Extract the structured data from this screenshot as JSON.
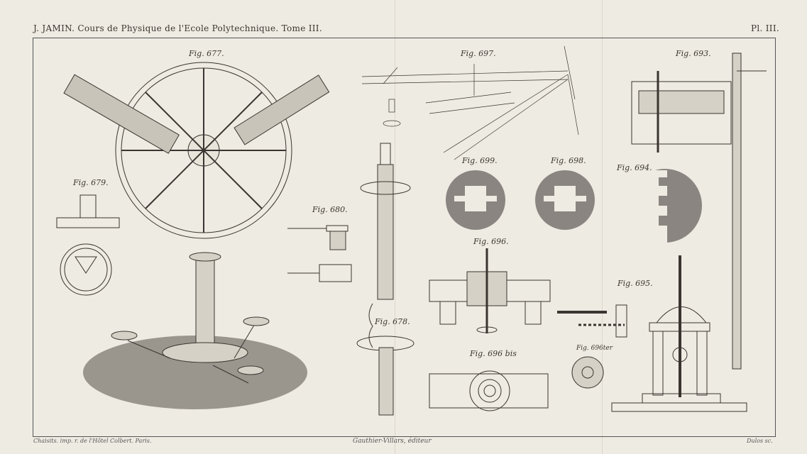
{
  "header": {
    "title": "J. JAMIN.   Cours de Physique de l'Ecole Polytechnique. Tome III.",
    "plate": "Pl. III."
  },
  "figures": {
    "f677": "Fig. 677.",
    "f697": "Fig. 697.",
    "f693": "Fig. 693.",
    "f679": "Fig. 679.",
    "f699": "Fig. 699.",
    "f698": "Fig. 698.",
    "f694": "Fig. 694.",
    "f680": "Fig. 680.",
    "f696": "Fig. 696.",
    "f678": "Fig. 678.",
    "f695": "Fig. 695.",
    "f696bis": "Fig. 696 bis",
    "f696ter": "Fig. 696ter"
  },
  "footer": {
    "printer": "Chaisits. imp. r. de l'Hôtel Colbert. Paris.",
    "publisher": "Gauthier-Villars, éditeur",
    "engraver": "Dulos sc."
  },
  "colors": {
    "paper": "#eeebe2",
    "ink": "#3a3530",
    "grey_disc": "#8a8580"
  }
}
